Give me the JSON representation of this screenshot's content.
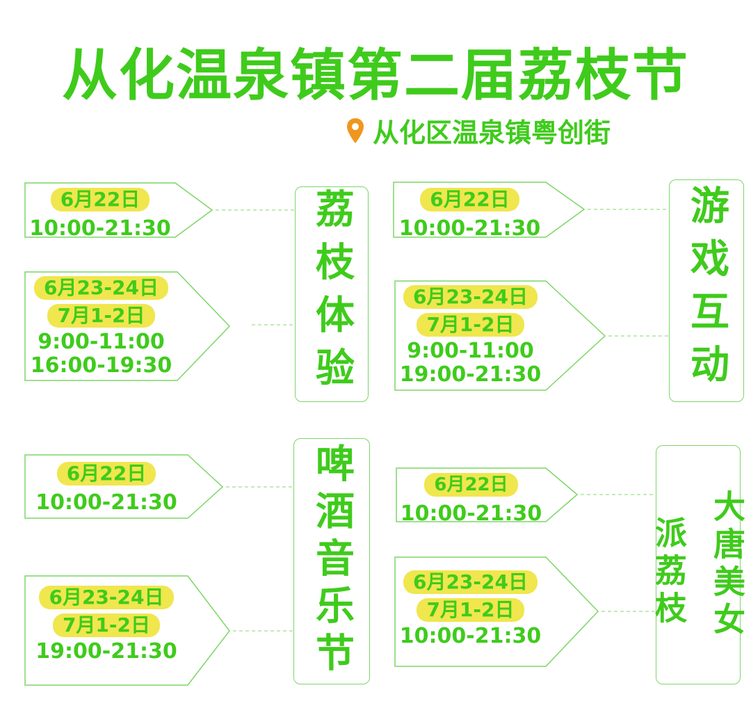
{
  "title": "从化温泉镇第二届荔枝节",
  "location": "从化区温泉镇粤创街",
  "colors": {
    "green": "#3fcb1c",
    "yellow": "#f0e64e",
    "pin": "#f0961e"
  },
  "icons": {
    "location": "map-pin-icon"
  },
  "activities": [
    {
      "label": "荔枝体验",
      "schedules": [
        {
          "dates": [
            "6月22日"
          ],
          "times": [
            "10:00-21:30"
          ]
        },
        {
          "dates": [
            "6月23-24日",
            "7月1-2日"
          ],
          "times": [
            "9:00-11:00",
            "16:00-19:30"
          ]
        }
      ]
    },
    {
      "label": "游戏互动",
      "schedules": [
        {
          "dates": [
            "6月22日"
          ],
          "times": [
            "10:00-21:30"
          ]
        },
        {
          "dates": [
            "6月23-24日",
            "7月1-2日"
          ],
          "times": [
            "9:00-11:00",
            "19:00-21:30"
          ]
        }
      ]
    },
    {
      "label": "啤酒音乐节",
      "schedules": [
        {
          "dates": [
            "6月22日"
          ],
          "times": [
            "10:00-21:30"
          ]
        },
        {
          "dates": [
            "6月23-24日",
            "7月1-2日"
          ],
          "times": [
            "19:00-21:30"
          ]
        }
      ]
    },
    {
      "label_col1": "大唐美女",
      "label_col2": "派荔枝",
      "schedules": [
        {
          "dates": [
            "6月22日"
          ],
          "times": [
            "10:00-21:30"
          ]
        },
        {
          "dates": [
            "6月23-24日",
            "7月1-2日"
          ],
          "times": [
            "10:00-21:30"
          ]
        }
      ]
    }
  ]
}
